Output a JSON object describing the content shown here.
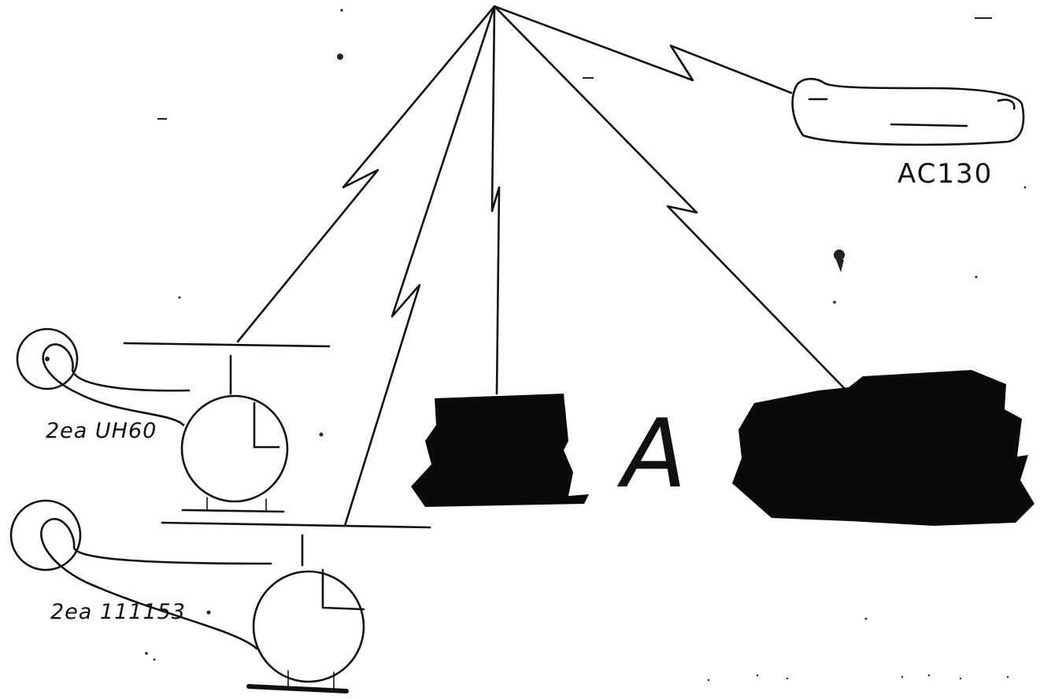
{
  "labels": {
    "aircraft": "AC130",
    "helicopter_1": "2ea UH60",
    "helicopter_2": "2ea 111153",
    "center_letter": "A"
  },
  "nodes": [
    {
      "id": "apex",
      "kind": "relay-point"
    },
    {
      "id": "ac130",
      "kind": "aircraft",
      "label_key": "aircraft"
    },
    {
      "id": "uh60",
      "kind": "helicopter",
      "label_key": "helicopter_1"
    },
    {
      "id": "mh53",
      "kind": "helicopter",
      "label_key": "helicopter_2"
    },
    {
      "id": "block-left",
      "kind": "redacted-block"
    },
    {
      "id": "block-right",
      "kind": "redacted-block"
    }
  ],
  "links": [
    {
      "from": "apex",
      "to": "ac130",
      "style": "lightning"
    },
    {
      "from": "apex",
      "to": "uh60",
      "style": "lightning"
    },
    {
      "from": "apex",
      "to": "mh53",
      "style": "lightning"
    },
    {
      "from": "apex",
      "to": "block-left",
      "style": "lightning"
    },
    {
      "from": "apex",
      "to": "block-right",
      "style": "lightning"
    }
  ],
  "colors": {
    "ink": "#111111",
    "background": "#ffffff",
    "redaction": "#0b0b0b"
  }
}
